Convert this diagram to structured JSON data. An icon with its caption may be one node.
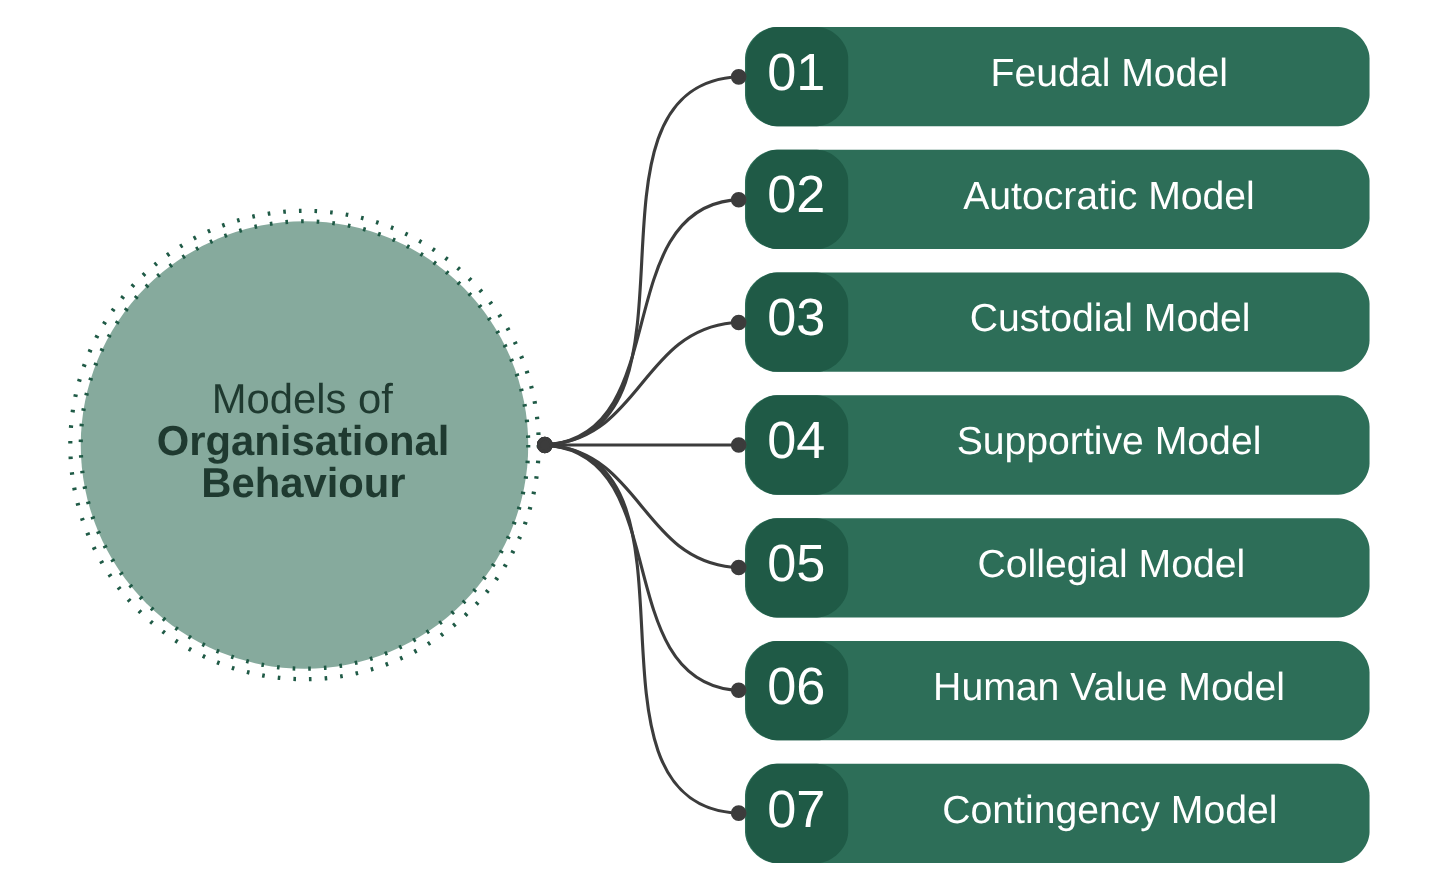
{
  "diagram": {
    "nodes": [
      {
        "text": [
          "Models of **Organisational Behaviour**"
        ]
      },
      {
        "text": [
          "01",
          "Feudal Model"
        ]
      },
      {
        "text": [
          "02",
          "Autocratic Model"
        ]
      },
      {
        "text": [
          "03",
          "Custodial Model"
        ]
      },
      {
        "text": [
          "04",
          "Supportive Model"
        ]
      },
      {
        "text": [
          "05",
          "Collegial Model"
        ]
      },
      {
        "text": [
          "06",
          "Human Value Model"
        ]
      },
      {
        "text": [
          "07",
          "Contingency Model"
        ]
      }
    ],
    "edges": [
      {
        "from": 0,
        "to": 1,
        "arrow": "other"
      },
      {
        "from": 0,
        "to": 2,
        "arrow": "other"
      },
      {
        "from": 0,
        "to": 3,
        "arrow": "other"
      },
      {
        "from": 0,
        "to": 4,
        "arrow": "other"
      },
      {
        "from": 0,
        "to": 5,
        "arrow": "other"
      },
      {
        "from": 0,
        "to": 6,
        "arrow": "other"
      },
      {
        "from": 0,
        "to": 7,
        "arrow": "other"
      }
    ]
  }
}
